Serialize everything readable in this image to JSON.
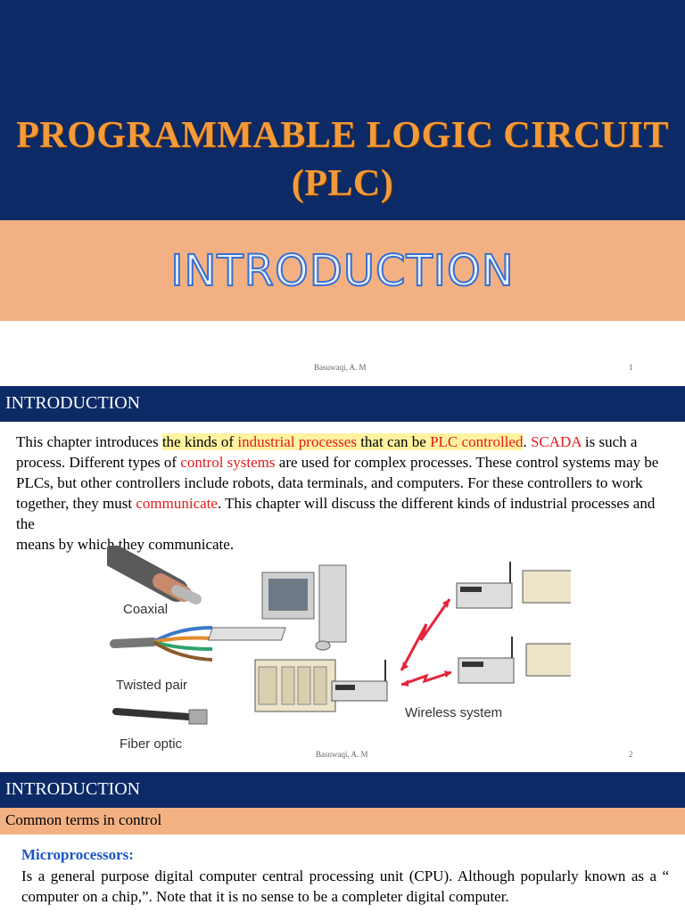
{
  "slide1": {
    "title_line1": "PROGRAMMABLE LOGIC CIRCUIT",
    "title_line2": "(PLC)",
    "subtitle": "INTRODUCTION",
    "footer_author": "Basuwaqi, A. M",
    "footer_page": "1",
    "colors": {
      "header_bg": "#0b2a66",
      "title": "#f39a3a",
      "band": "#f3b183"
    }
  },
  "slide2": {
    "heading": "INTRODUCTION",
    "para": {
      "p1": "This chapter introduces ",
      "p2": "the kinds of ",
      "p3": "industrial processes",
      "p4": " that can be ",
      "p5": "PLC controlled",
      "p6": ". ",
      "p7": "SCADA",
      "p8": " is such a process. Different types of ",
      "p9": "control systems",
      "p10": " are used for complex processes. These control systems may be PLCs, but other controllers include robots, data terminals, and computers. For these controllers to work together, they must ",
      "p11": "communicate",
      "p12": ". This chapter will discuss the different kinds of industrial processes and the",
      "p13": "means by which they communicate."
    },
    "figure": {
      "coaxial": "Coaxial",
      "twisted_pair": "Twisted pair",
      "fiber_optic": "Fiber optic",
      "wireless": "Wireless system"
    },
    "footer_author": "Basuwaqi, A. M",
    "footer_page": "2"
  },
  "slide3": {
    "heading": "INTRODUCTION",
    "band": "Common terms in control",
    "term": "Microprocessors:",
    "body": "Is a general purpose digital computer central processing unit (CPU). Although popularly known as a “ computer on a chip,”. Note that it is no sense to be a completer digital computer."
  }
}
